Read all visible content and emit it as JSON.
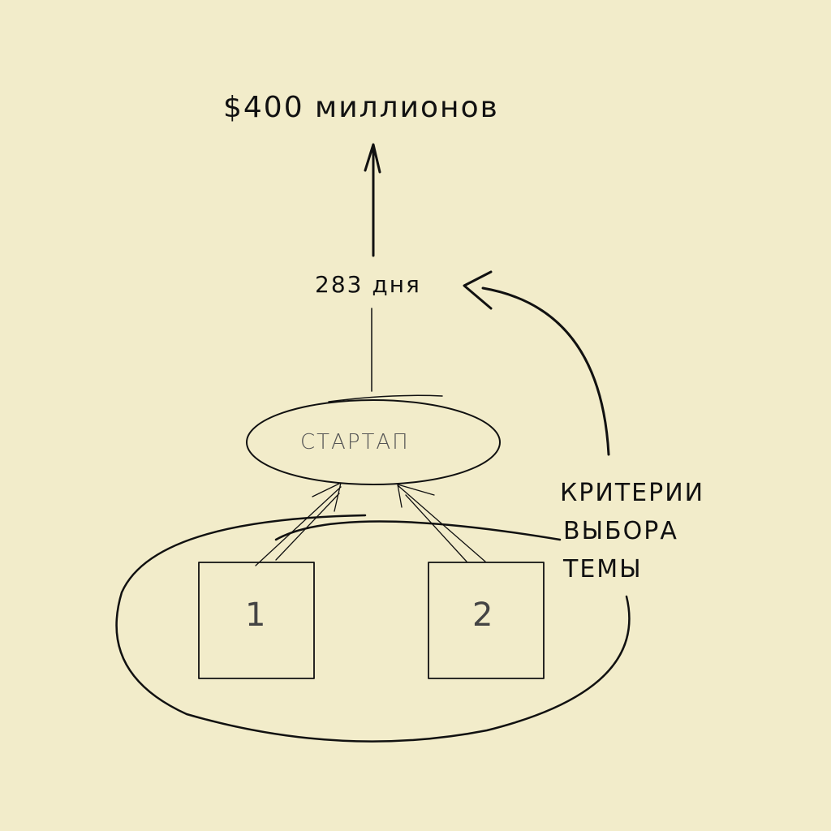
{
  "diagram": {
    "goal": "$400 миллионов",
    "duration": "283 дня",
    "startup": "СТАРТАП",
    "criteria": [
      "КРИТЕРИИ",
      "ВЫБОРА",
      "ТЕМЫ"
    ],
    "box1": "1",
    "box2": "2"
  },
  "colors": {
    "background": "#f2ecca",
    "ink": "#111111"
  }
}
